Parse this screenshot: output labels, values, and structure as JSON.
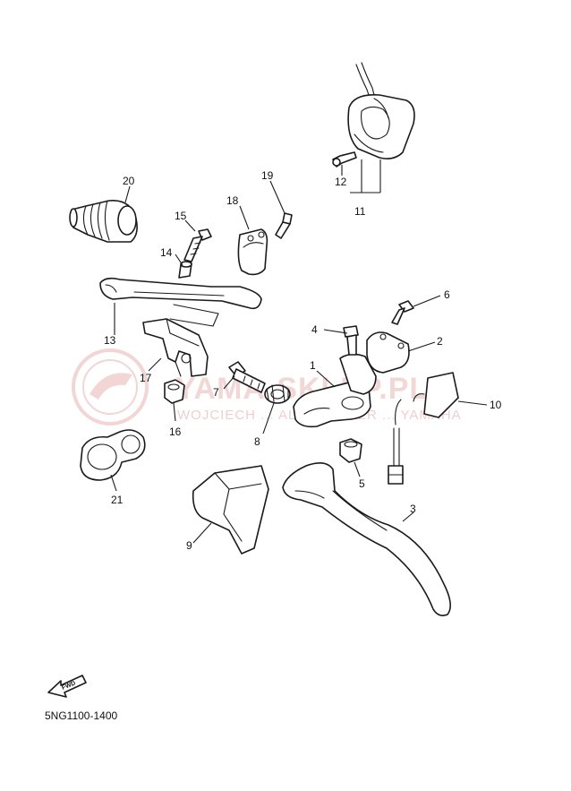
{
  "diagram_code": "5NG1100-1400",
  "watermark": {
    "title": "YAMA-SKLEP.PL",
    "subtitle": "WOJCIECH ... ALEKSANDER ... YAMAHA"
  },
  "fwd_label": "FWD",
  "callouts": {
    "c1": "1",
    "c2": "2",
    "c3": "3",
    "c4": "4",
    "c5": "5",
    "c6": "6",
    "c7": "7",
    "c8": "8",
    "c9": "9",
    "c10": "10",
    "c11": "11",
    "c12": "12",
    "c13": "13",
    "c14": "14",
    "c15": "15",
    "c16": "16",
    "c17": "17",
    "c18": "18",
    "c19": "19",
    "c20": "20",
    "c21": "21"
  },
  "colors": {
    "line": "#1a1a1a",
    "watermark": "#e8b7b7"
  }
}
